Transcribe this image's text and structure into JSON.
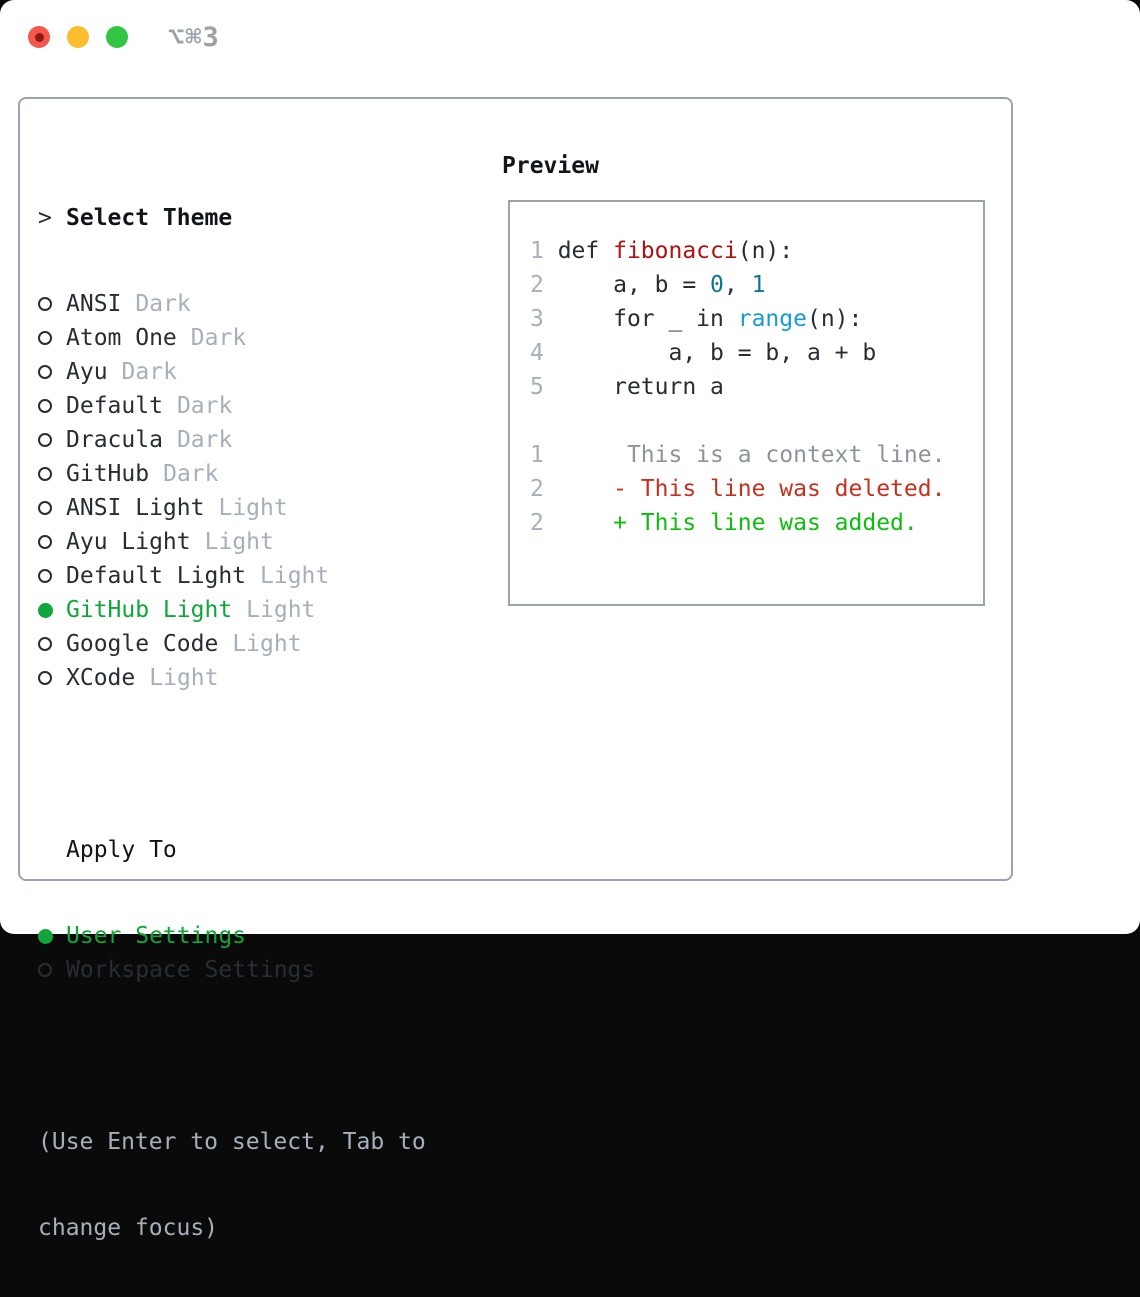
{
  "window": {
    "title": "⌥⌘3"
  },
  "panel": {
    "left": {
      "header_marker": ">",
      "header": "Select Theme",
      "themes": [
        {
          "name": "ANSI",
          "tag": "Dark",
          "selected": false
        },
        {
          "name": "Atom One",
          "tag": "Dark",
          "selected": false
        },
        {
          "name": "Ayu",
          "tag": "Dark",
          "selected": false
        },
        {
          "name": "Default",
          "tag": "Dark",
          "selected": false
        },
        {
          "name": "Dracula",
          "tag": "Dark",
          "selected": false
        },
        {
          "name": "GitHub",
          "tag": "Dark",
          "selected": false
        },
        {
          "name": "ANSI Light",
          "tag": "Light",
          "selected": false
        },
        {
          "name": "Ayu Light",
          "tag": "Light",
          "selected": false
        },
        {
          "name": "Default Light",
          "tag": "Light",
          "selected": false
        },
        {
          "name": "GitHub Light",
          "tag": "Light",
          "selected": true
        },
        {
          "name": "Google Code",
          "tag": "Light",
          "selected": false
        },
        {
          "name": "XCode",
          "tag": "Light",
          "selected": false
        }
      ],
      "apply_to": {
        "header": "Apply To",
        "options": [
          {
            "label": "User Settings",
            "selected": true
          },
          {
            "label": "Workspace Settings",
            "selected": false
          }
        ]
      },
      "help": [
        "(Use Enter to select, Tab to",
        "change focus)"
      ]
    },
    "preview": {
      "header": "Preview",
      "lines": [
        {
          "num": "1",
          "segments": [
            {
              "style": "plain",
              "text": "def "
            },
            {
              "style": "function",
              "text": "fibonacci"
            },
            {
              "style": "plain",
              "text": "(n):"
            }
          ]
        },
        {
          "num": "2",
          "segments": [
            {
              "style": "plain",
              "text": "    a, b = "
            },
            {
              "style": "number",
              "text": "0"
            },
            {
              "style": "plain",
              "text": ", "
            },
            {
              "style": "number",
              "text": "1"
            }
          ]
        },
        {
          "num": "3",
          "segments": [
            {
              "style": "plain",
              "text": "    for _ in "
            },
            {
              "style": "builtin",
              "text": "range"
            },
            {
              "style": "plain",
              "text": "(n):"
            }
          ]
        },
        {
          "num": "4",
          "segments": [
            {
              "style": "plain",
              "text": "        a, b = b, a + b"
            }
          ]
        },
        {
          "num": "5",
          "segments": [
            {
              "style": "plain",
              "text": "    return a"
            }
          ]
        },
        {
          "num": "",
          "segments": []
        },
        {
          "num": "1",
          "segments": [
            {
              "style": "context",
              "text": "     This is a context line."
            }
          ]
        },
        {
          "num": "2",
          "segments": [
            {
              "style": "deleted",
              "text": "    - This line was deleted."
            }
          ]
        },
        {
          "num": "2",
          "segments": [
            {
              "style": "added",
              "text": "    + This line was added."
            }
          ]
        }
      ]
    }
  },
  "colors": {
    "backdrop": "#0a0a0a",
    "border": "#9aa3ae",
    "dark": "#282d34",
    "muted": "#a7afba",
    "context": "#8d949c",
    "green_select": "#11a63c",
    "green_add": "#0ebe0e",
    "red_del": "#c8301e",
    "red_func": "#b01111",
    "teal_num": "#0d7792",
    "blue_builtin": "#179bd4",
    "title_gray": "#9ba1a9",
    "dot_red": "#f4574e",
    "dot_red_inner": "#8e1a10",
    "dot_yellow": "#fcbd2f",
    "dot_green": "#32c544"
  }
}
